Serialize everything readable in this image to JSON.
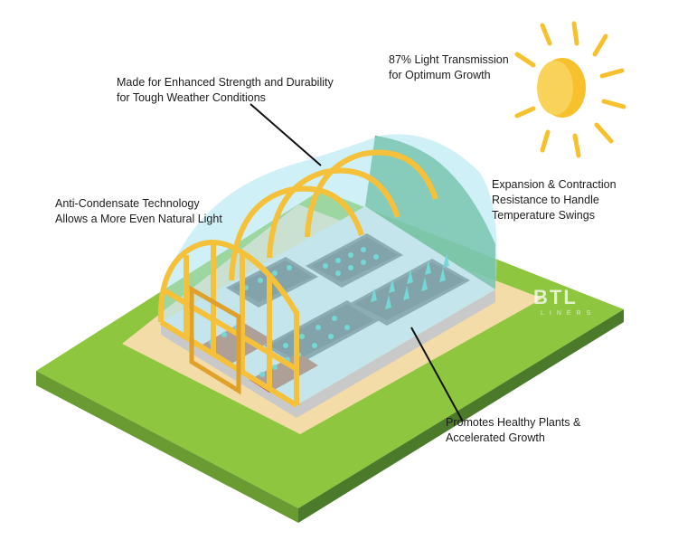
{
  "callouts": {
    "strength": {
      "line1": "Made for Enhanced Strength and Durability",
      "line2": "for Tough Weather Conditions"
    },
    "light": {
      "line1": "87% Light Transmission",
      "line2": "for Optimum Growth"
    },
    "condensate": {
      "line1": "Anti-Condensate Technology",
      "line2": "Allows a More Even Natural Light"
    },
    "expansion": {
      "line1": "Expansion & Contraction",
      "line2": "Resistance to Handle",
      "line3": "Temperature Swings"
    },
    "plants": {
      "line1": "Promotes Healthy Plants &",
      "line2": "Accelerated Growth"
    }
  },
  "logo": {
    "name": "BTL",
    "sub": "LINERS"
  },
  "colors": {
    "grass_top": "#8ec63f",
    "grass_side_dark": "#4a7a2a",
    "grass_side_light": "#6a9a32",
    "sand": "#f3dca8",
    "frame": "#f5c03a",
    "frame_dark": "#e0a12a",
    "glass": "#a8e3f0",
    "bed": "#5c5c5c",
    "soil_red": "#b94f2a",
    "plant": "#35c9b9",
    "sun": "#f7c12e"
  }
}
